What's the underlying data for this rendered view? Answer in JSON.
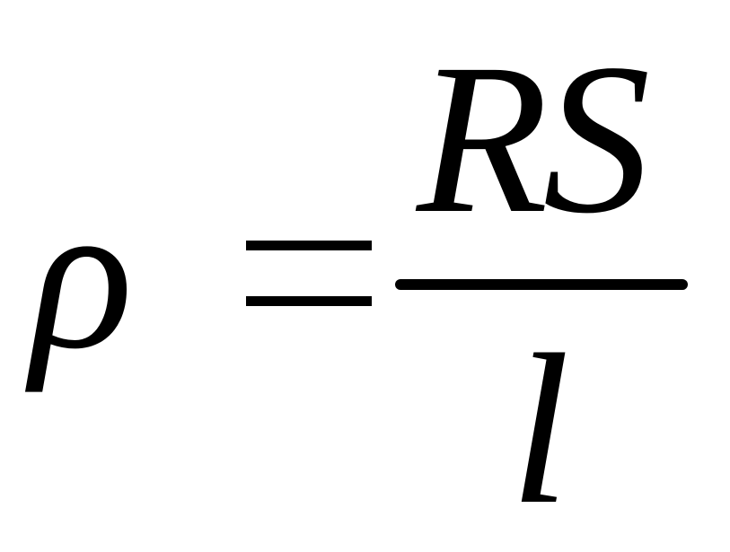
{
  "formula": {
    "left_side": "ρ",
    "numerator": "RS",
    "denominator": "l"
  }
}
